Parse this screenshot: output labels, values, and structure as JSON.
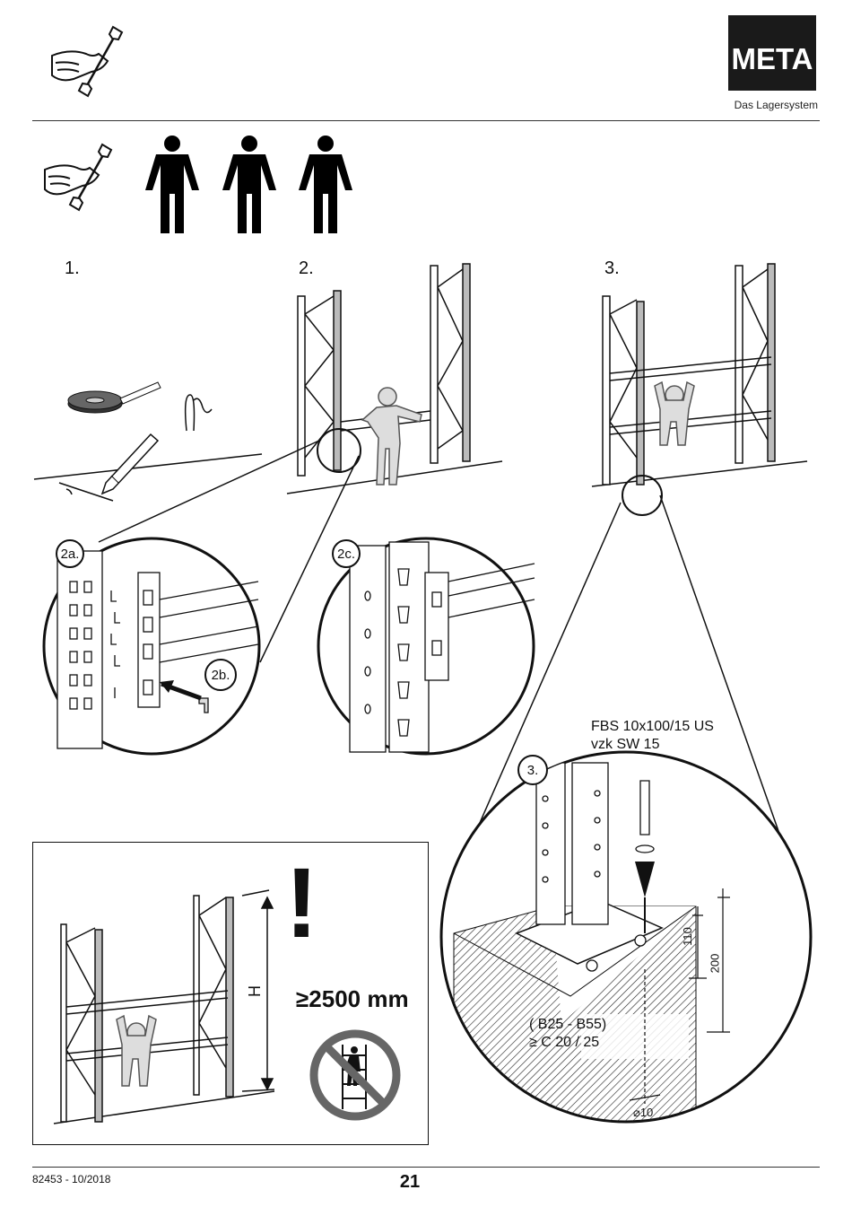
{
  "brand": {
    "name": "META",
    "tagline": "Das Lagersystem",
    "color": "#1a1a1a"
  },
  "steps": {
    "step1": "1.",
    "step2": "2.",
    "step3": "3.",
    "detail_2a": "2a.",
    "detail_2b": "2b.",
    "detail_2c": "2c.",
    "detail_3": "3."
  },
  "anchor_spec": {
    "line1": "FBS 10x100/15 US",
    "line2": "vzk SW 15"
  },
  "concrete_spec": {
    "line1": "( B25 - B55)",
    "line2": "≥ C 20 / 25"
  },
  "dimensions": {
    "d110": "110",
    "d200": "200",
    "diameter": "⌀10",
    "height": "H"
  },
  "warning": {
    "min_height": "≥2500 mm",
    "symbol": "!"
  },
  "icons": [
    "wrench-hand-icon",
    "person-icon",
    "no-climbing-icon",
    "tape-measure-icon",
    "pencil-icon"
  ],
  "footer": {
    "doc_code": "82453 - 10/2018",
    "page_number": "21"
  }
}
